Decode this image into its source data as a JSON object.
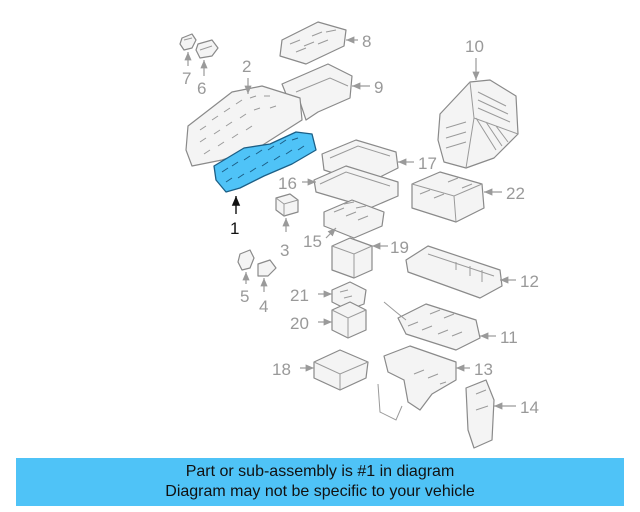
{
  "callouts": {
    "c1": "1",
    "c2": "2",
    "c3": "3",
    "c4": "4",
    "c5": "5",
    "c6": "6",
    "c7": "7",
    "c8": "8",
    "c9": "9",
    "c10": "10",
    "c11": "11",
    "c12": "12",
    "c13": "13",
    "c14": "14",
    "c15": "15",
    "c16": "16",
    "c17": "17",
    "c18": "18",
    "c19": "19",
    "c20": "20",
    "c21": "21",
    "c22": "22"
  },
  "footer": {
    "line1": "Part or sub-assembly is #1 in diagram",
    "line2": "Diagram may not be specific to your vehicle"
  },
  "colors": {
    "highlight": "#4fc3f7",
    "callout_inactive": "#999999",
    "callout_active": "#111111"
  }
}
